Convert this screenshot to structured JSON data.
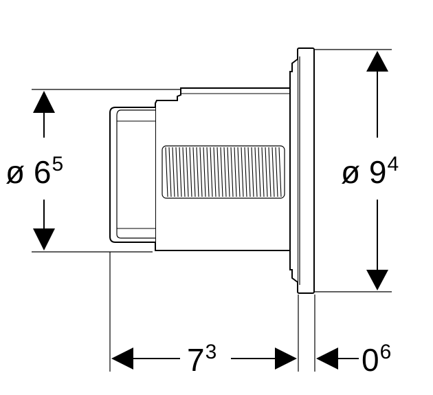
{
  "dimensions": {
    "outer_diameter": {
      "prefix": "ø",
      "value": "9",
      "sup": "4"
    },
    "inner_diameter": {
      "prefix": "ø",
      "value": "6",
      "sup": "5"
    },
    "body_depth": {
      "value": "7",
      "sup": "3"
    },
    "plate_thickness": {
      "value": "0",
      "sup": "6"
    }
  },
  "colors": {
    "line": "#000000",
    "background": "#ffffff"
  }
}
